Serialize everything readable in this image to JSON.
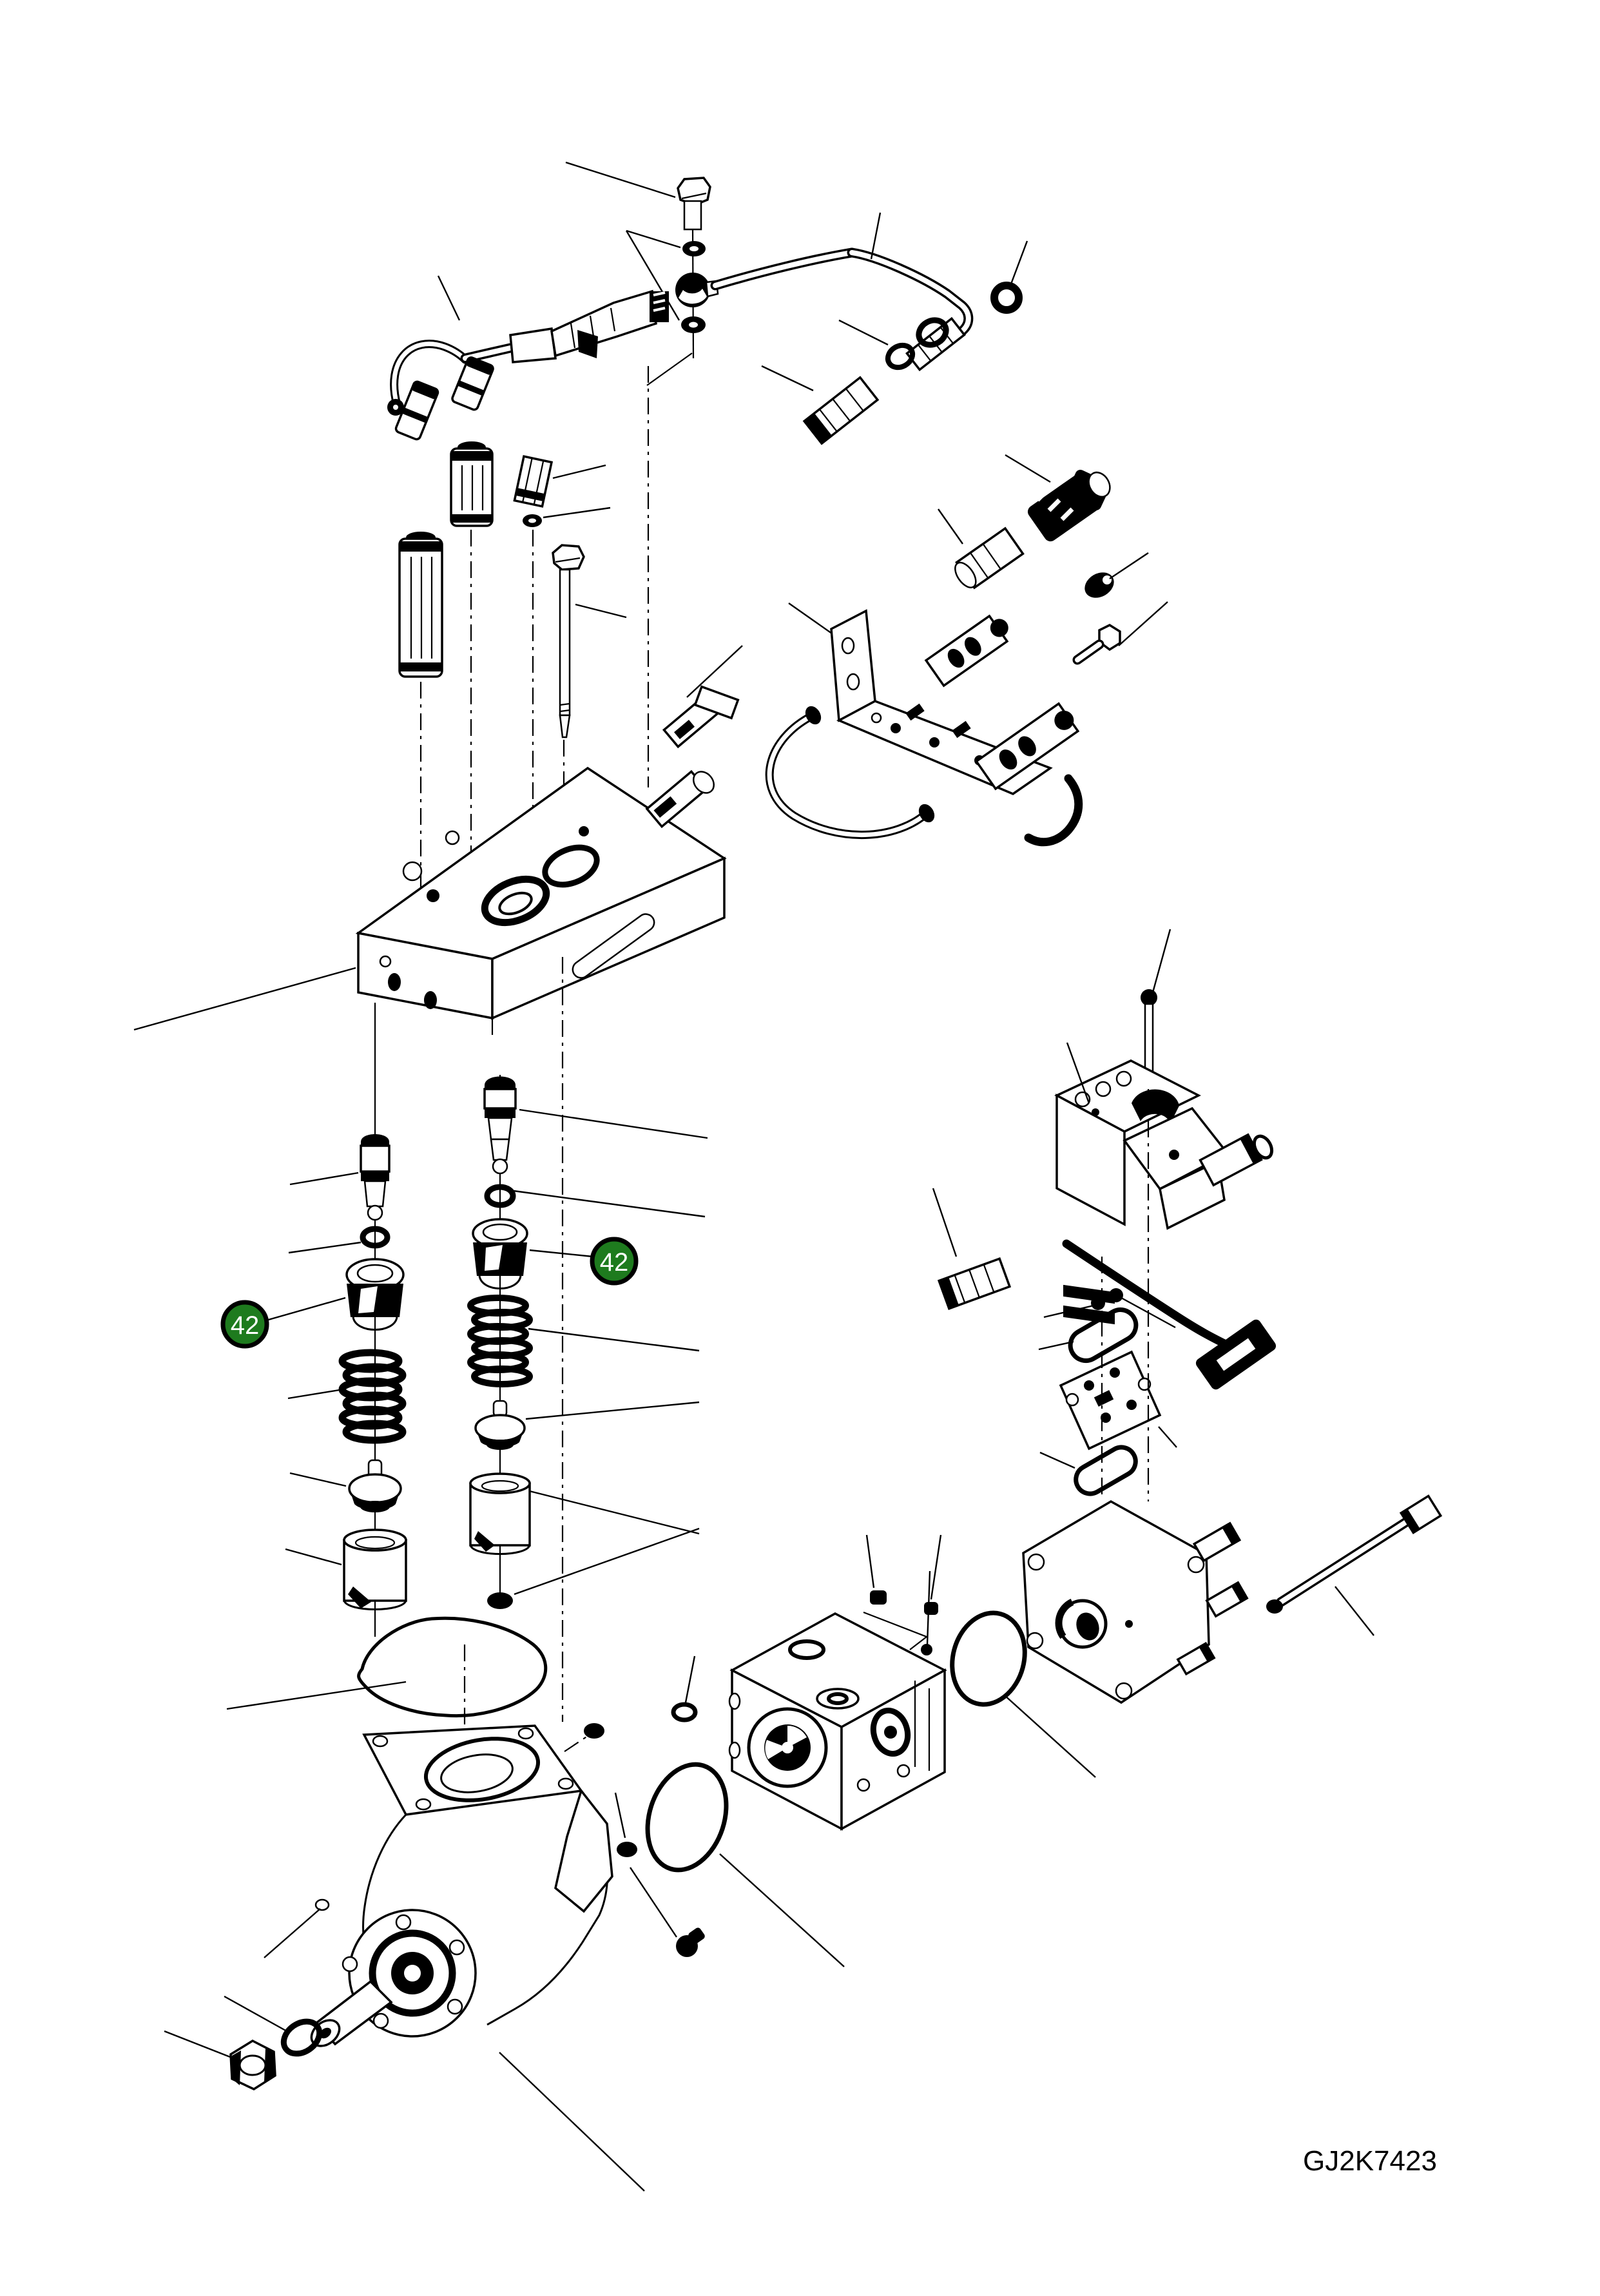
{
  "figure": {
    "code": "GJ2K7423"
  },
  "balloons": [
    {
      "label": "42",
      "fill": "#1e7b1e",
      "text_color": "#ffffff"
    },
    {
      "label": "42",
      "fill": "#1e7b1e",
      "text_color": "#ffffff"
    }
  ],
  "colors": {
    "background": "#ffffff",
    "line": "#000000",
    "balloon_green": "#1e7b1e"
  }
}
